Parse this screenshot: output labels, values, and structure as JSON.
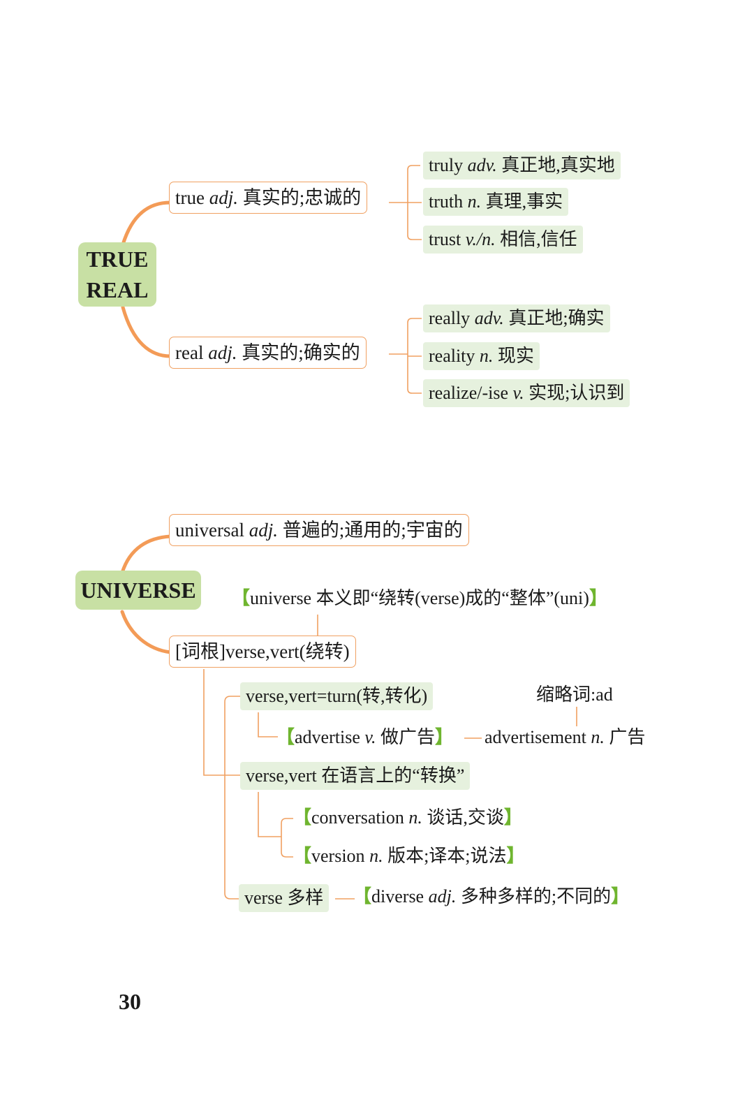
{
  "colors": {
    "branch": "#f39b57",
    "line": "#f0a061",
    "leaf_bg": "#e6f1de",
    "root_bg": "#c8e0a4",
    "bracket": "#6fb52f"
  },
  "section1": {
    "root": [
      "TRUE",
      "REAL"
    ],
    "true_entry": {
      "word": "true",
      "pos": "adj.",
      "meaning": "真实的;忠诚的"
    },
    "true_children": [
      {
        "word": "truly",
        "pos": "adv.",
        "meaning": "真正地,真实地"
      },
      {
        "word": "truth",
        "pos": "n.",
        "meaning": "真理,事实"
      },
      {
        "word": "trust",
        "pos": "v./n.",
        "meaning": "相信,信任"
      }
    ],
    "real_entry": {
      "word": "real",
      "pos": "adj.",
      "meaning": "真实的;确实的"
    },
    "real_children": [
      {
        "word": "really",
        "pos": "adv.",
        "meaning": "真正地;确实"
      },
      {
        "word": "reality",
        "pos": "n.",
        "meaning": "现实"
      },
      {
        "word": "realize/-ise",
        "pos": "v.",
        "meaning": "实现;认识到"
      }
    ]
  },
  "section2": {
    "root": "UNIVERSE",
    "universal": {
      "word": "universal",
      "pos": "adj.",
      "meaning": "普遍的;通用的;宇宙的"
    },
    "note": {
      "open": "【",
      "text": "universe 本义即“绕转(verse)成的“整体”(uni)",
      "close": "】"
    },
    "root_box": "[词根]verse,vert(绕转)",
    "branch1": {
      "label": "verse,vert=turn(转,转化)",
      "child": {
        "open": "【",
        "word": "advertise",
        "pos": "v.",
        "meaning": "做广告",
        "close": "】"
      },
      "derived": {
        "word": "advertisement",
        "pos": "n.",
        "meaning": "广告"
      },
      "abbr": "缩略词:ad"
    },
    "branch2": {
      "label": "verse,vert 在语言上的“转换”",
      "children": [
        {
          "open": "【",
          "word": "conversation",
          "pos": "n.",
          "meaning": "谈话,交谈",
          "close": "】"
        },
        {
          "open": "【",
          "word": "version",
          "pos": "n.",
          "meaning": "版本;译本;说法",
          "close": "】"
        }
      ]
    },
    "branch3": {
      "label": "verse 多样",
      "child": {
        "open": "【",
        "word": "diverse",
        "pos": "adj.",
        "meaning": "多种多样的;不同的",
        "close": "】"
      }
    }
  },
  "page_number": "30"
}
